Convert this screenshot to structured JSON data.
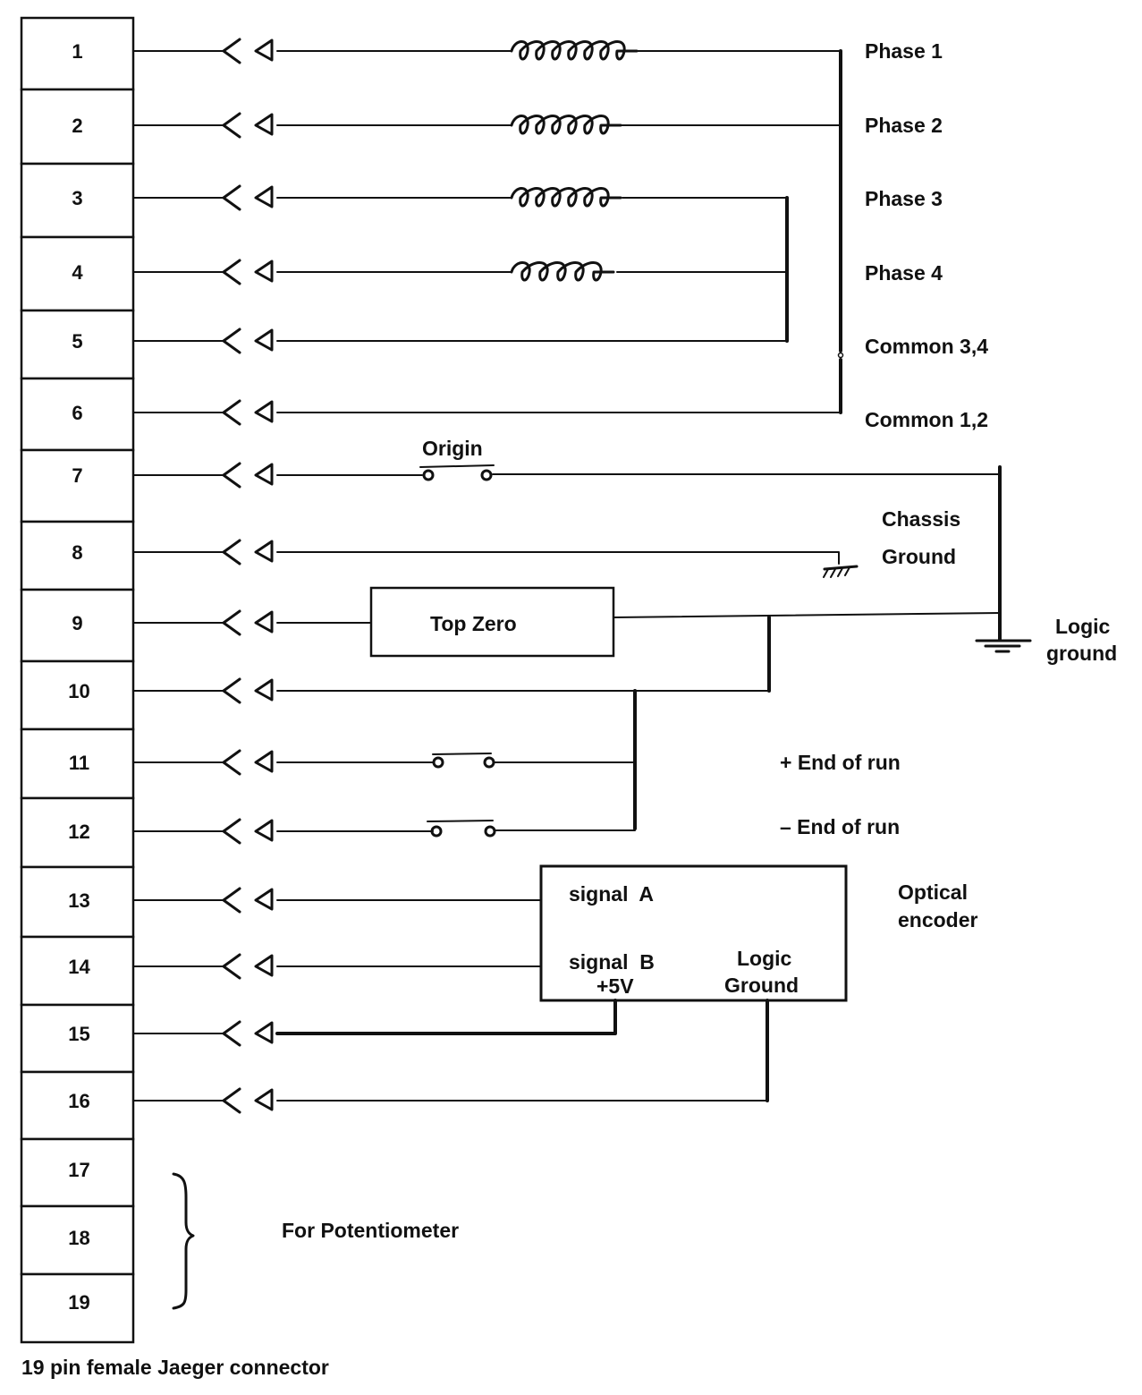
{
  "connector": {
    "caption": "19 pin female Jaeger connector",
    "pins": [
      "1",
      "2",
      "3",
      "4",
      "5",
      "6",
      "7",
      "8",
      "9",
      "10",
      "11",
      "12",
      "13",
      "14",
      "15",
      "16",
      "17",
      "18",
      "19"
    ]
  },
  "motor": {
    "labels": {
      "phase1": "Phase 1",
      "phase2": "Phase 2",
      "phase3": "Phase 3",
      "phase4": "Phase 4",
      "common34": "Common 3,4",
      "common12": "Common 1,2"
    }
  },
  "switches": {
    "origin": "Origin",
    "end_of_run_plus": "+ End of run",
    "end_of_run_minus": "– End of run"
  },
  "grounds": {
    "chassis_line1": "Chassis",
    "chassis_line2": "Ground",
    "logic_line1": "Logic",
    "logic_line2": "ground"
  },
  "top_zero": {
    "label": "Top Zero"
  },
  "encoder": {
    "title_line1": "Optical",
    "title_line2": "encoder",
    "signal_a": "signal  A",
    "signal_b": "signal  B",
    "plus5v": "+5V",
    "logic_line1": "Logic",
    "logic_line2": "Ground"
  },
  "potentiometer": {
    "label": "For Potentiometer"
  },
  "colors": {
    "ink": "#111111",
    "paper": "#ffffff"
  }
}
